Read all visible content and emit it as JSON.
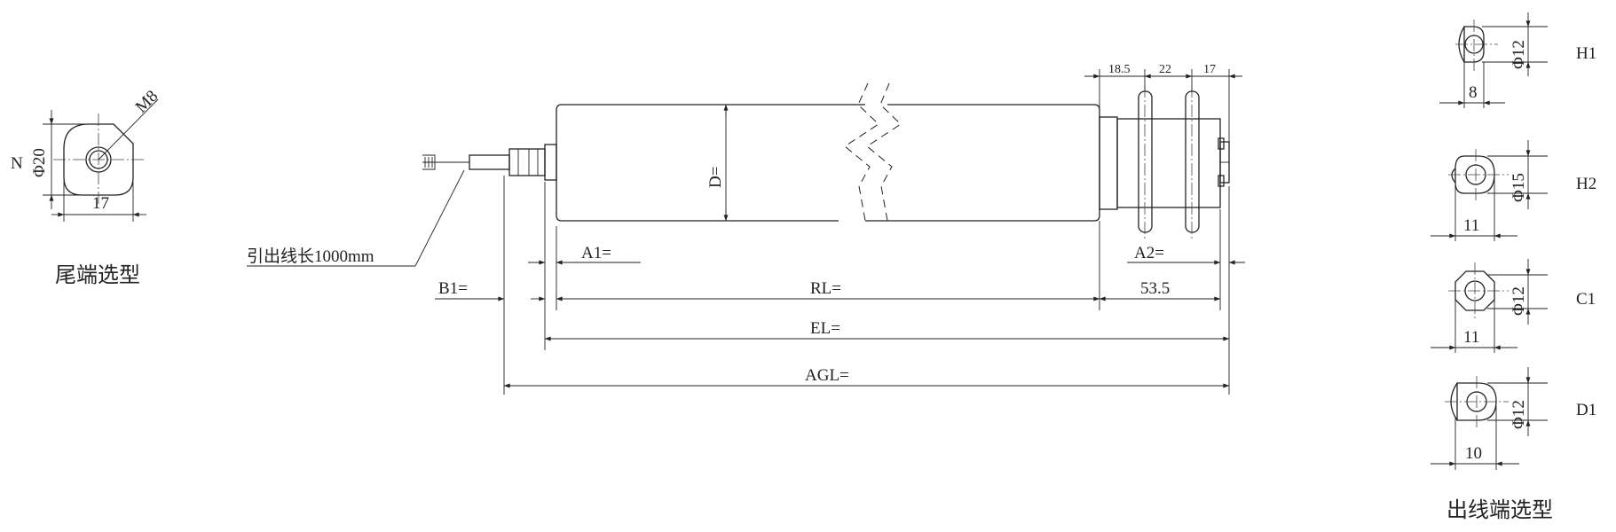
{
  "tail_view": {
    "caption": "尾端选型",
    "label_n": "N",
    "dim_dia": "Φ20",
    "dim_thread": "M8",
    "dim_width": "17"
  },
  "main_view": {
    "dim_d": "D=",
    "dim_a1": "A1=",
    "dim_a2": "A2=",
    "dim_b1": "B1=",
    "dim_rl": "RL=",
    "dim_el": "EL=",
    "dim_agl": "AGL=",
    "dim_53_5": "53.5",
    "dim_18_5": "18.5",
    "dim_22": "22",
    "dim_17": "17",
    "lead_wire": "引出线长1000mm"
  },
  "outlet_options": {
    "caption": "出线端选型",
    "items": [
      {
        "name": "H1",
        "dia": "Φ12",
        "width": "8"
      },
      {
        "name": "H2",
        "dia": "Φ15",
        "width": "11"
      },
      {
        "name": "C1",
        "dia": "Φ12",
        "width": "11"
      },
      {
        "name": "D1",
        "dia": "Φ12",
        "width": "10"
      }
    ]
  }
}
